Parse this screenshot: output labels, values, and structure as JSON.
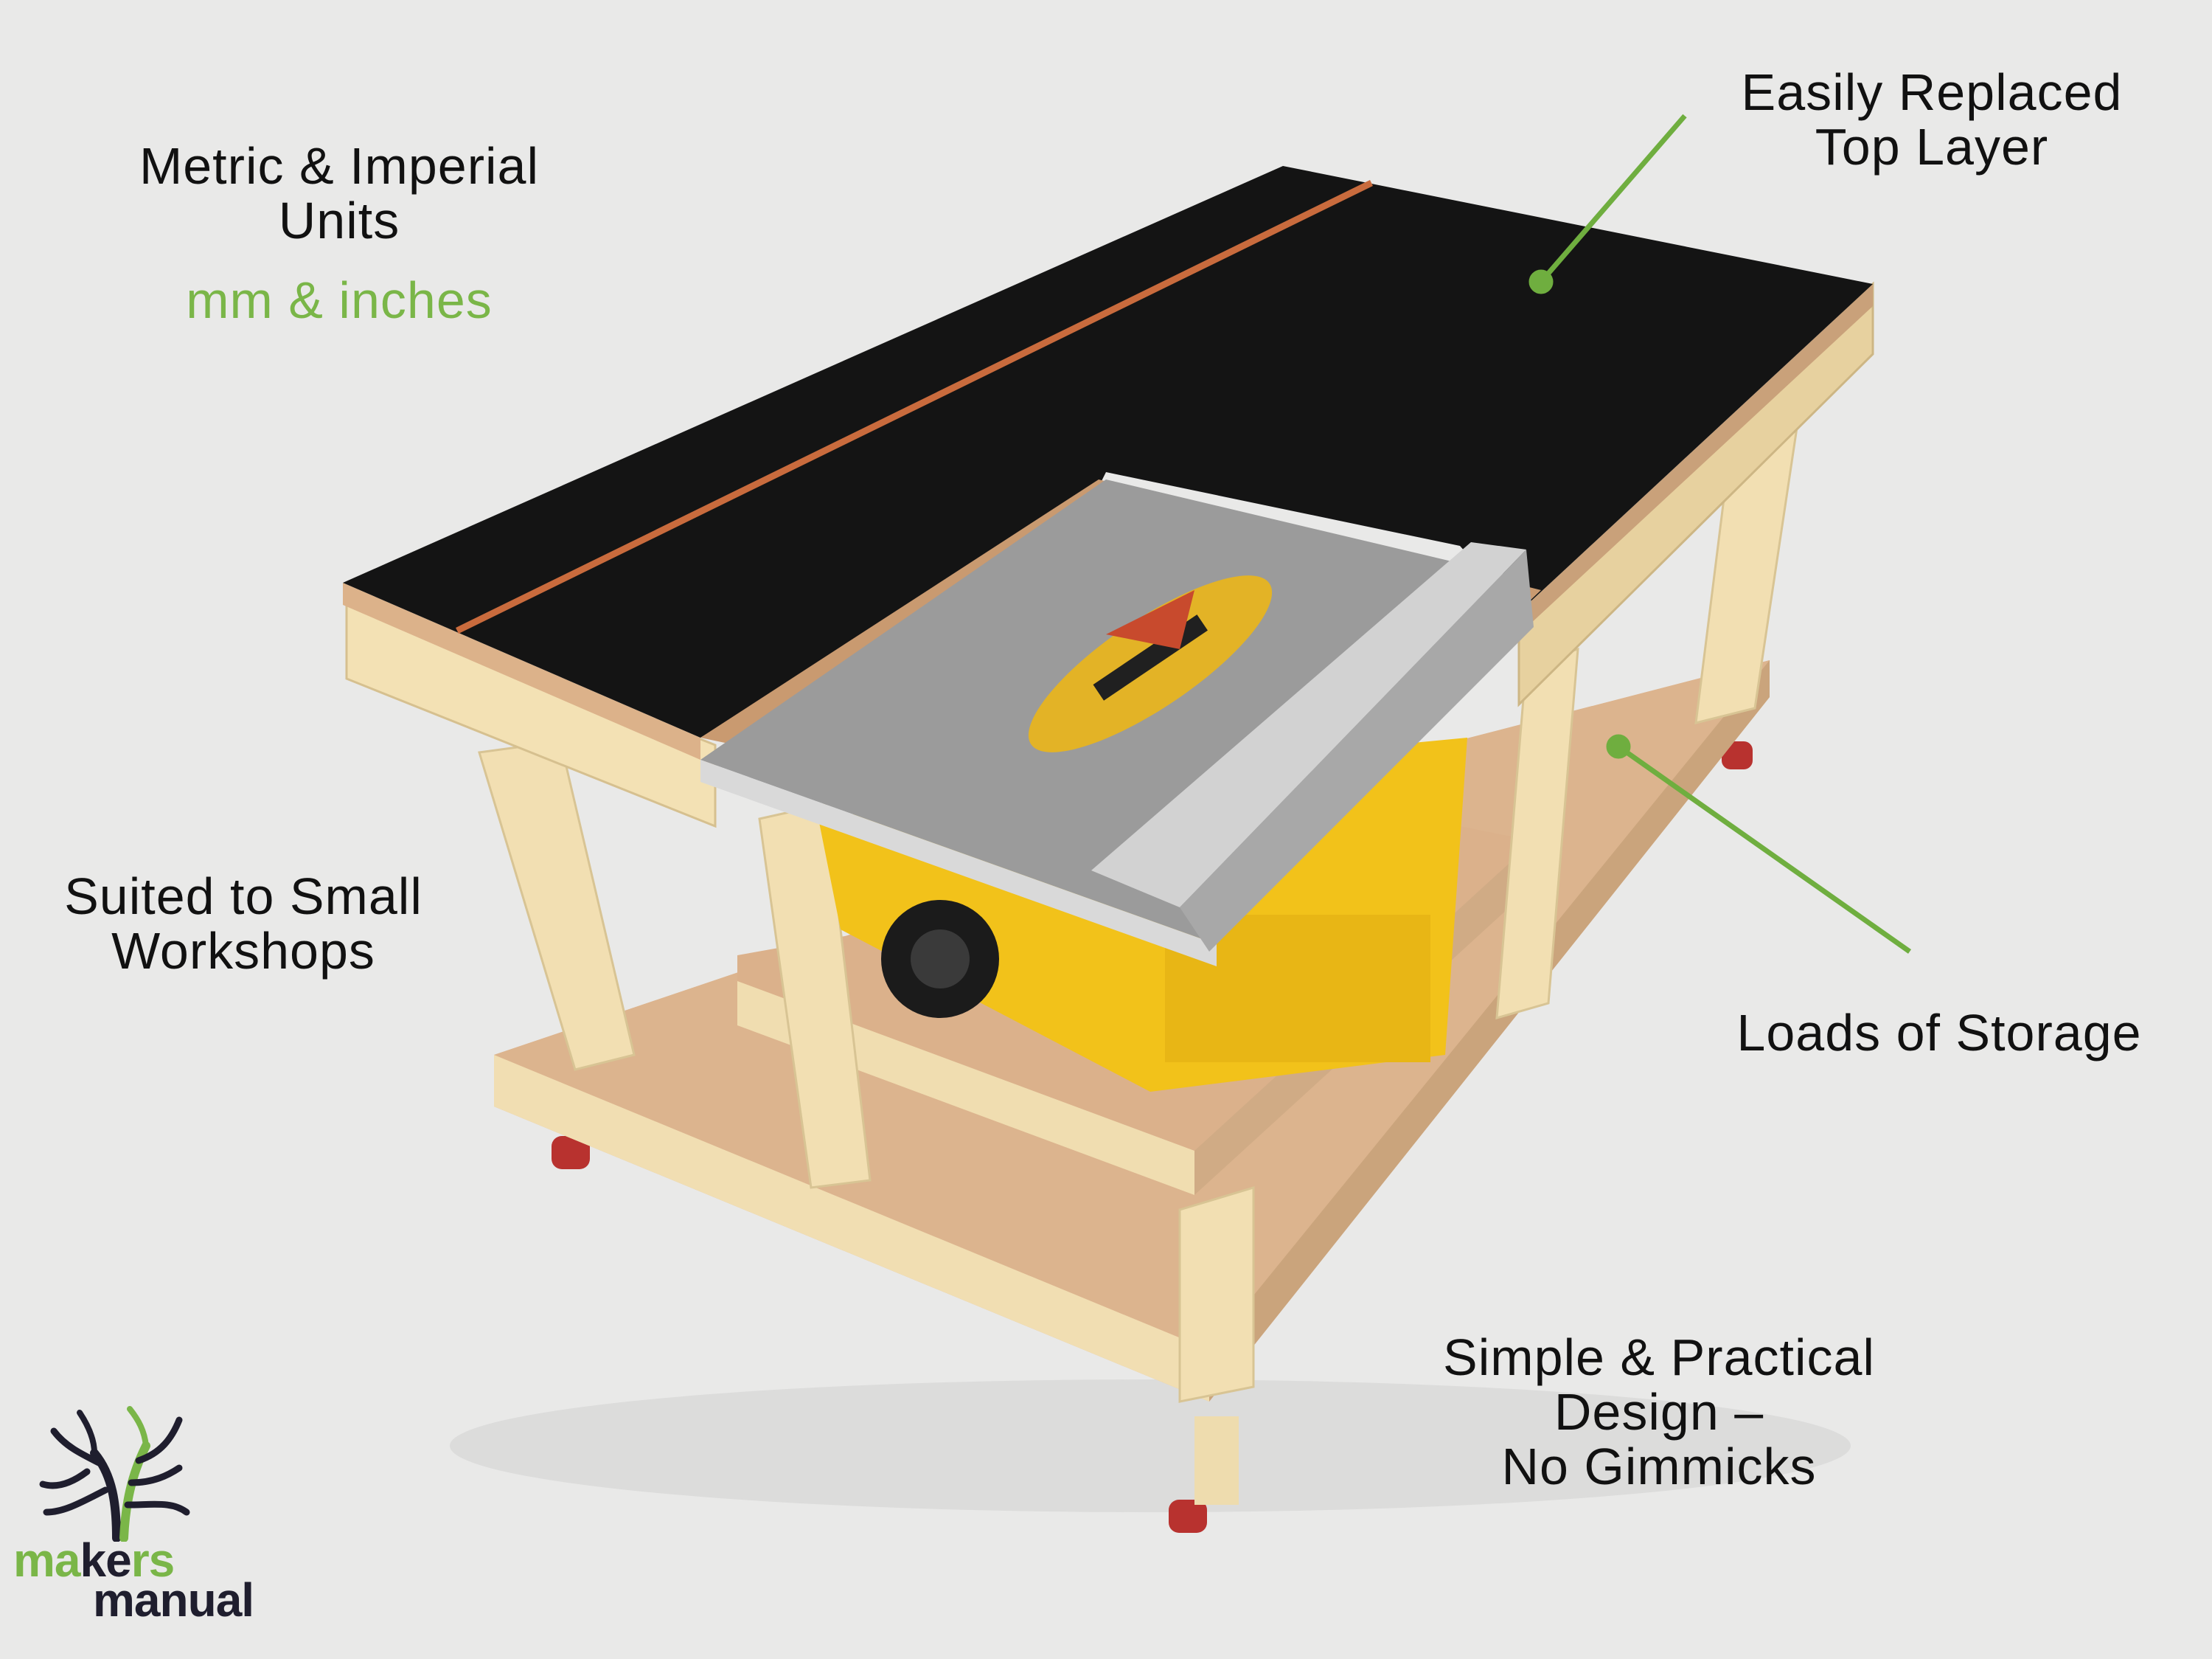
{
  "callouts": {
    "metric": {
      "line1": "Metric & Imperial",
      "line2": "Units",
      "sub": "mm & inches"
    },
    "top_layer": {
      "line1": "Easily Replaced",
      "line2": "Top Layer"
    },
    "small": {
      "line1": "Suited to Small",
      "line2": "Workshops"
    },
    "storage": {
      "line1": "Loads of Storage"
    },
    "simple": {
      "line1": "Simple & Practical",
      "line2": "Design –",
      "line3": "No Gimmicks"
    }
  },
  "logo": {
    "makers_a": "ma",
    "makers_b": "ke",
    "makers_c": "rs",
    "manual": "manual"
  },
  "colors": {
    "background": "#e9e9e8",
    "accent_green": "#7ab648",
    "tabletop": "#141414",
    "wood": "#f1dfb4",
    "mdf": "#d9b28c",
    "saw_yellow": "#f2c21a",
    "saw_table": "#9a9a9a"
  }
}
